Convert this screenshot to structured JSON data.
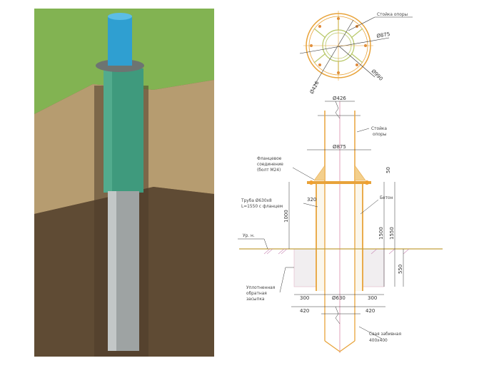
{
  "render": {
    "description_colors": {
      "grass": "#7fb04e",
      "soil_top": "#b59a6e",
      "soil_bottom": "#5e4a33",
      "pipe": "#3f9a7d",
      "pole": "#2f9fd1",
      "pile": "#9ea3a3"
    }
  },
  "drawing": {
    "plan": {
      "label_pole": "Стойка опоры",
      "d875": "Ø875",
      "d990": "Ø990",
      "d426": "Ø426"
    },
    "section": {
      "top_dim": "Ø426",
      "pole_label_1": "Стойка",
      "pole_label_2": "опоры",
      "flange_dim": "Ø875",
      "flange_label_1": "Фланцевое",
      "flange_label_2": "соединение",
      "flange_label_3": "(болт М24)",
      "dim_50": "50",
      "dim_320": "320",
      "pipe_label_1": "Труба Ø630х8",
      "pipe_label_2": "L=1550 с фланцем",
      "concrete_label": "Бетон",
      "dim_1000": "1000",
      "dim_1500": "1500",
      "dim_1550": "1550",
      "dim_550": "550",
      "ground_label": "Ур. н.",
      "backfill_label_1": "Уплотненная",
      "backfill_label_2": "обратная",
      "backfill_label_3": "засыпка",
      "dim_300_left": "300",
      "dim_630": "Ø630",
      "dim_300_right": "300",
      "dim_420_left": "420",
      "dim_420_right": "420",
      "pile_label_1": "Свая забивная",
      "pile_label_2": "400х400"
    },
    "colors": {
      "steel": "#e8a33a",
      "axis": "#d98aa8",
      "backfill": "#e9c9d6"
    }
  }
}
